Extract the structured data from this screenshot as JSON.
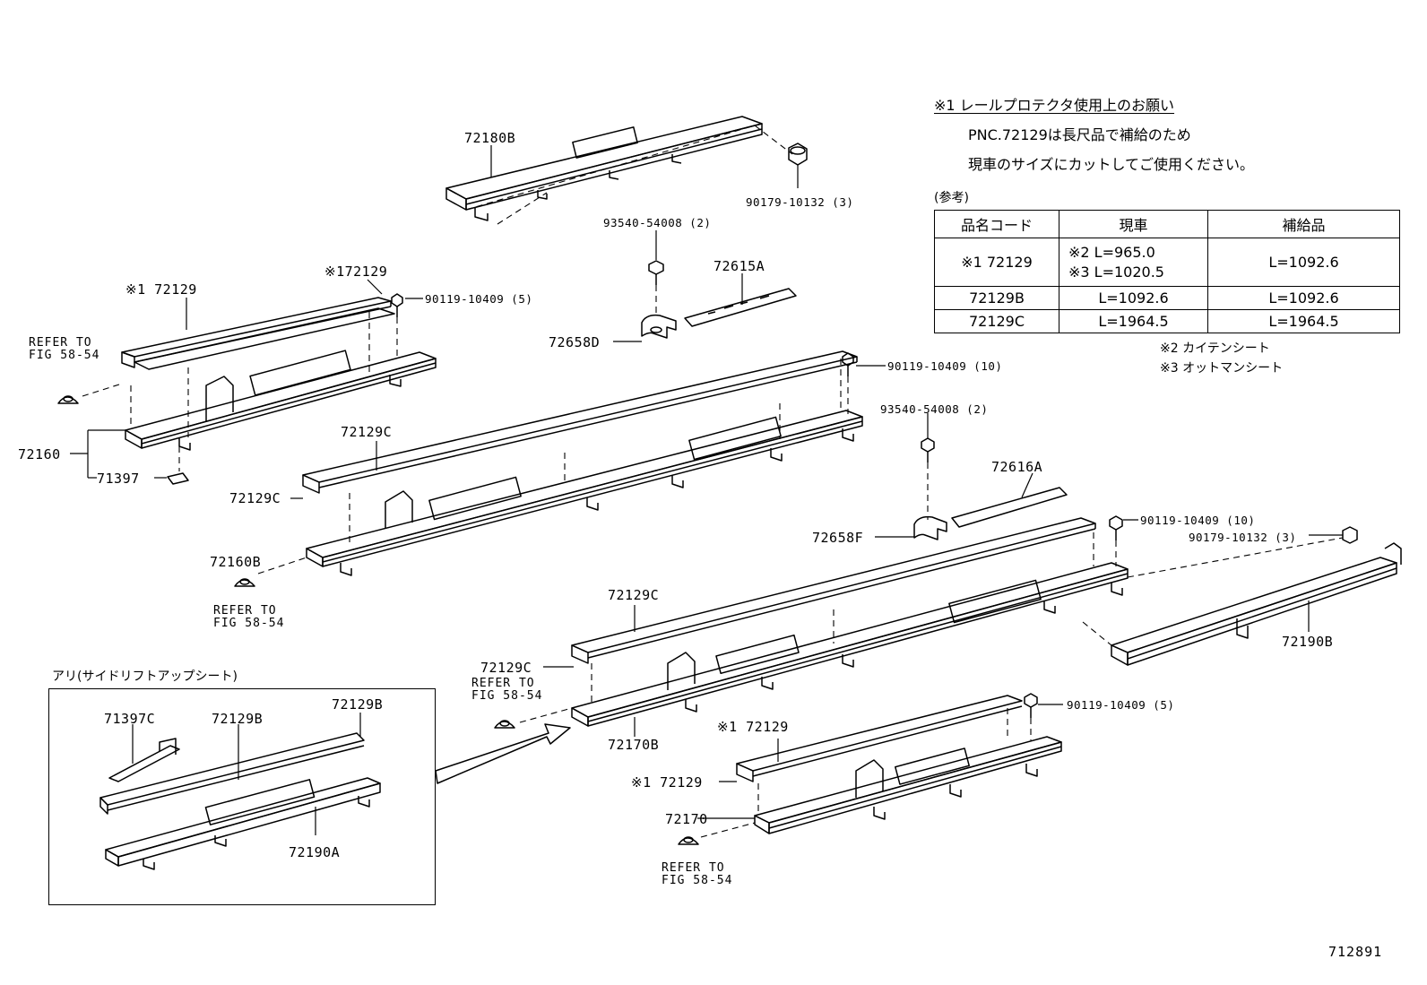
{
  "figure_id": "712891",
  "note": {
    "title": "※1 レールプロテクタ使用上のお願い",
    "line1": "PNC.72129は長尺品で補給のため",
    "line2": "現車のサイズにカットしてご使用ください。"
  },
  "spec_table": {
    "heading": "(参考)",
    "headers": [
      "品名コード",
      "現車",
      "補給品"
    ],
    "rows": [
      [
        "※1 72129",
        "※2 L=965.0\n※3 L=1020.5",
        "L=1092.6"
      ],
      [
        "72129B",
        "L=1092.6",
        "L=1092.6"
      ],
      [
        "72129C",
        "L=1964.5",
        "L=1964.5"
      ]
    ]
  },
  "legend": {
    "note2": "※2 カイテンシート",
    "note3": "※3 オットマンシート"
  },
  "inset_title": "アリ(サイドリフトアップシート)",
  "labels": {
    "p72180B": "72180B",
    "p90179a": "90179-10132 (3)",
    "p93540a": "93540-54008 (2)",
    "p72615A": "72615A",
    "p72658D": "72658D",
    "p72129_a": "※1 72129",
    "p72129_b": "※172129",
    "p90119a": "90119-10409 (5)",
    "refer_a": "REFER TO\nFIG 58-54",
    "p72160": "72160",
    "p71397": "71397",
    "p90119b": "90119-10409 (10)",
    "p72129C_a": "72129C",
    "p72129C_b": "72129C",
    "p72160B": "72160B",
    "refer_b": "REFER TO\nFIG 58-54",
    "p93540b": "93540-54008 (2)",
    "p72616A": "72616A",
    "p72658F": "72658F",
    "p90119c": "90119-10409 (10)",
    "p90179b": "90179-10132 (3)",
    "p72129C_c": "72129C",
    "p72190B": "72190B",
    "p72129C_d": "72129C",
    "refer_c": "REFER TO\nFIG 58-54",
    "p72170B": "72170B",
    "p90119d": "90119-10409 (5)",
    "p72129_c": "※1 72129",
    "p72129_d": "※1 72129",
    "p72170": "72170",
    "refer_d": "REFER TO\nFIG 58-54",
    "p71397C": "71397C",
    "p72129B_a": "72129B",
    "p72129B_b": "72129B",
    "p72190A": "72190A"
  }
}
